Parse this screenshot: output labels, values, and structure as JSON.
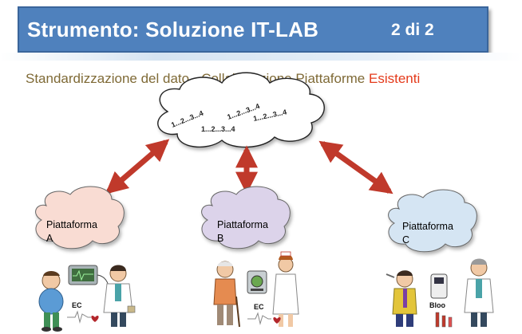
{
  "header": {
    "title": "Strumento: Soluzione IT-LAB",
    "page": "2 di 2"
  },
  "subtitle": {
    "main": "Standardizzazione del dato - Collaborazione Piattaforme",
    "accent": "Esistenti"
  },
  "colors": {
    "title_bg": "#4f81bd",
    "subtitle": "#7f6a36",
    "accent": "#e43a1b",
    "arrow": "#c0392b"
  },
  "central_cloud": {
    "sequences": [
      "1...2...3...4",
      "1...2...3...4",
      "1...2...3...4",
      "1...2...3...4"
    ]
  },
  "platforms": [
    {
      "line1": "Piattaforma",
      "line2": "A",
      "fill": "#f9dcd3",
      "device_label": "EC"
    },
    {
      "line1": "Piattaforma",
      "line2": "B",
      "fill": "#dcd3ea",
      "device_label": "EC"
    },
    {
      "line1": "Piattaforma",
      "line2": "C",
      "fill": "#d5e5f3",
      "device_label": "Bloo"
    }
  ]
}
